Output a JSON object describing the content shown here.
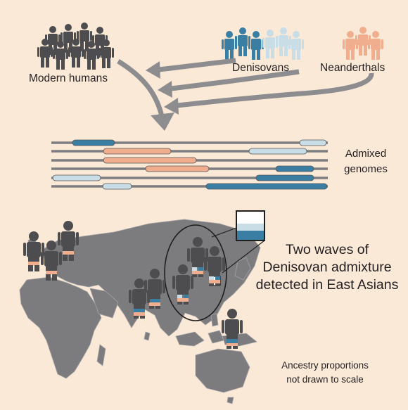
{
  "labels": {
    "modern_humans": "Modern humans",
    "denisovans": "Denisovans",
    "neanderthals": "Neanderthals",
    "admixed_line1": "Admixed",
    "admixed_line2": "genomes",
    "waves_line1": "Two waves of",
    "waves_line2": "Denisovan admixture",
    "waves_line3": "detected in East Asians",
    "note_line1": "Ancestry proportions",
    "note_line2": "not drawn to scale"
  },
  "colors": {
    "background": "#fbe9d8",
    "modern_human": "#4d4d4f",
    "denisovan_dark": "#3b7ea3",
    "denisovan_light": "#c9dde6",
    "neanderthal": "#f0ae8e",
    "arrow": "#8d8d8f",
    "map_land": "#7c7c7e",
    "genome_line": "#7d7d7f"
  },
  "icons": {
    "modern_crowd": "person-icon",
    "denisovan_crowd": "person-icon",
    "neanderthal_crowd": "person-icon",
    "map": "world-map-icon",
    "zoom_circle": "magnifier-circle-icon"
  }
}
